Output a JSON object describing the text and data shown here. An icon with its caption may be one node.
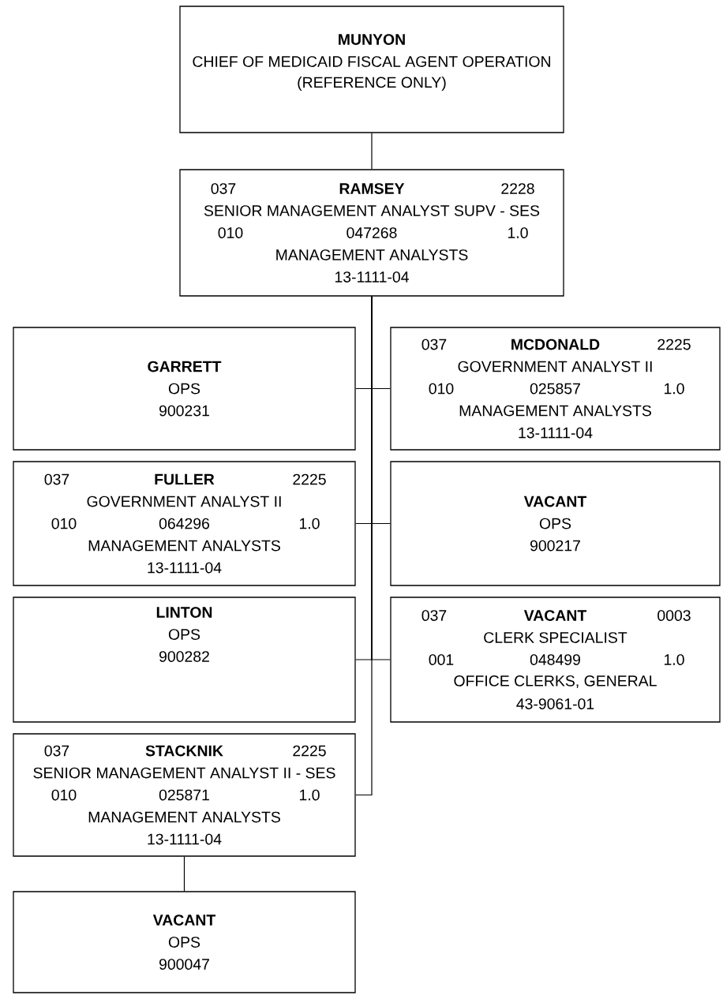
{
  "diagram": {
    "nodes": [
      {
        "text": [
          "MUNYON",
          "CHIEF OF MEDICAID FISCAL AGENT OPERATION",
          "(REFERENCE ONLY)"
        ]
      },
      {
        "text": [
          "037",
          "RAMSEY",
          "2228",
          "SENIOR MANAGEMENT ANALYST SUPV - SES",
          "010",
          "047268",
          "1.0",
          "MANAGEMENT ANALYSTS",
          "13-1111-04"
        ]
      },
      {
        "text": [
          "GARRETT",
          "OPS",
          "900231"
        ]
      },
      {
        "text": [
          "037",
          "MCDONALD",
          "2225",
          "GOVERNMENT ANALYST II",
          "010",
          "025857",
          "1.0",
          "MANAGEMENT ANALYSTS",
          "13-1111-04"
        ]
      },
      {
        "text": [
          "037",
          "FULLER",
          "2225",
          "GOVERNMENT ANALYST II",
          "010",
          "064296",
          "1.0",
          "MANAGEMENT ANALYSTS",
          "13-1111-04"
        ]
      },
      {
        "text": [
          "VACANT",
          "OPS",
          "900217"
        ]
      },
      {
        "text": [
          "LINTON",
          "OPS",
          "900282"
        ]
      },
      {
        "text": [
          "037",
          "VACANT",
          "0003",
          "CLERK SPECIALIST",
          "001",
          "048499",
          "1.0",
          "OFFICE CLERKS, GENERAL",
          "43-9061-01"
        ]
      },
      {
        "text": [
          "037",
          "STACKNIK",
          "2225",
          "SENIOR MANAGEMENT ANALYST II - SES",
          "010",
          "025871",
          "1.0",
          "MANAGEMENT ANALYSTS",
          "13-1111-04"
        ]
      },
      {
        "text": [
          "VACANT",
          "OPS",
          "900047"
        ]
      }
    ],
    "edges": [
      {
        "from": 0,
        "to": 1,
        "arrow": "none"
      },
      {
        "from": 1,
        "to": 2,
        "arrow": "none"
      },
      {
        "from": 1,
        "to": 3,
        "arrow": "none"
      },
      {
        "from": 1,
        "to": 4,
        "arrow": "none"
      },
      {
        "from": 1,
        "to": 5,
        "arrow": "none"
      },
      {
        "from": 1,
        "to": 6,
        "arrow": "none"
      },
      {
        "from": 1,
        "to": 7,
        "arrow": "none"
      },
      {
        "from": 1,
        "to": 8,
        "arrow": "none"
      },
      {
        "from": 8,
        "to": 9,
        "arrow": "none"
      }
    ]
  }
}
